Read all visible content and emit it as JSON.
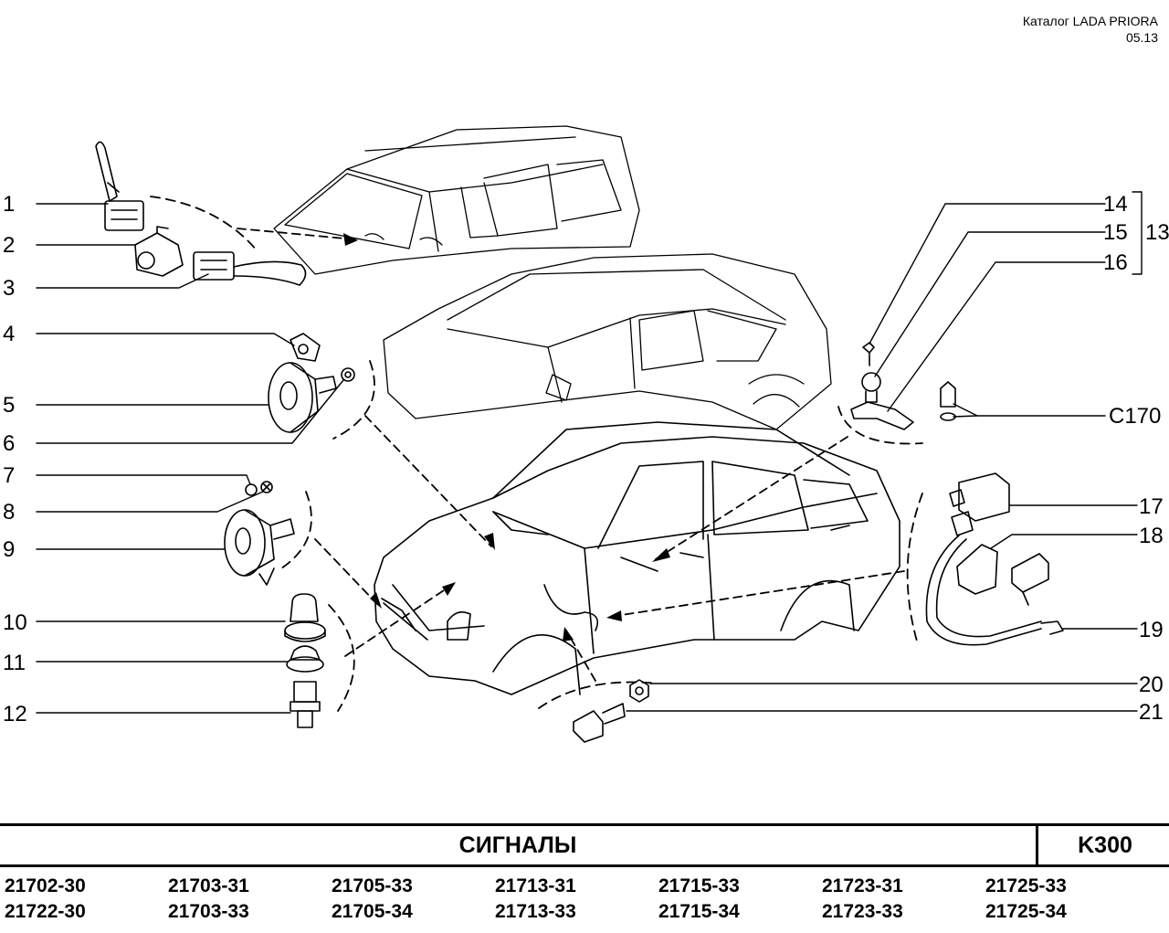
{
  "header": {
    "catalog": "Каталог  LADA  PRIORA",
    "date": "05.13"
  },
  "callouts": {
    "c1": "1",
    "c2": "2",
    "c3": "3",
    "c4": "4",
    "c5": "5",
    "c6": "6",
    "c7": "7",
    "c8": "8",
    "c9": "9",
    "c10": "10",
    "c11": "11",
    "c12": "12",
    "c13": "13",
    "c14": "14",
    "c15": "15",
    "c16": "16",
    "c17": "17",
    "c18": "18",
    "c19": "19",
    "c20": "20",
    "c21": "21",
    "c170": "C170"
  },
  "footer": {
    "title": "СИГНАЛЫ",
    "code": "K300",
    "models_row1": [
      "21702-30",
      "21703-31",
      "21705-33",
      "21713-31",
      "21715-33",
      "21723-31",
      "21725-33"
    ],
    "models_row2": [
      "21722-30",
      "21703-33",
      "21705-34",
      "21713-33",
      "21715-34",
      "21723-33",
      "21725-34"
    ]
  }
}
